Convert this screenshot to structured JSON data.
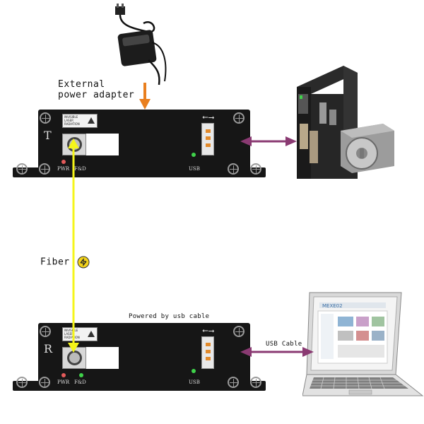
{
  "labels": {
    "external_adapter_line1": "External",
    "external_adapter_line2": "power adapter",
    "fiber": "Fiber",
    "powered_by_usb": "Powered by usb cable",
    "usb_cable": "USB Cable"
  },
  "units": [
    {
      "letter": "T",
      "warning": [
        "INVISIBLE",
        "LASER",
        "RADIATION"
      ],
      "leds": [
        "PWR",
        "F&D"
      ],
      "usb_label": "USB"
    },
    {
      "letter": "R",
      "warning": [
        "INVISIBLE",
        "LASER",
        "RADIATION"
      ],
      "leds": [
        "PWR",
        "F&D"
      ],
      "usb_label": "USB"
    }
  ],
  "laptop": {
    "screen_title": "MEXE02"
  },
  "colors": {
    "fiber_line": "#f5f51a",
    "power_arrow": "#e97f1e",
    "link_arrow": "#8a3a72",
    "device_body": "#161616",
    "led_red": "#e35a5a",
    "led_green": "#3fd24a"
  }
}
